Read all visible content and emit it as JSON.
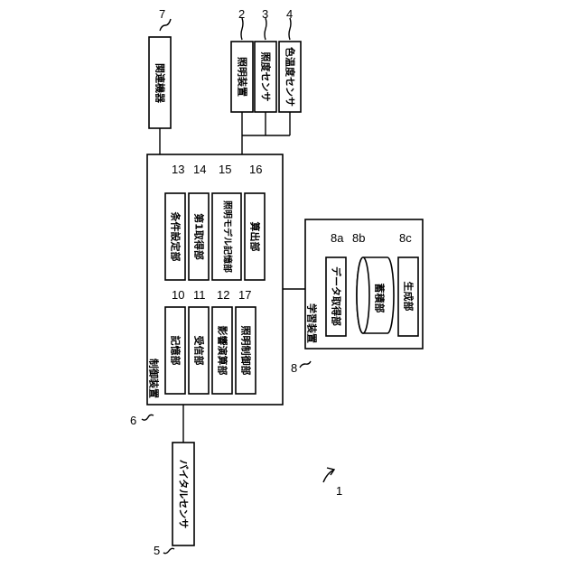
{
  "figure_ref": "1",
  "external": {
    "related_device": {
      "label": "関連機器",
      "ref": "7"
    },
    "lighting_device": {
      "label": "照明装置",
      "ref": "2"
    },
    "illuminance_sensor": {
      "label": "照度センサ",
      "ref": "3"
    },
    "color_temp_humidity_sensor": {
      "label": "色温度センサ",
      "ref": "4"
    },
    "vital_sensor": {
      "label": "バイタルセンサ",
      "ref": "5"
    }
  },
  "control_device": {
    "label": "制御装置",
    "ref": "6",
    "units": [
      {
        "key": "storage",
        "label": "記憶部",
        "ref": "10"
      },
      {
        "key": "receiver",
        "label": "受信部",
        "ref": "11"
      },
      {
        "key": "influence_calc",
        "label": "影響演算部",
        "ref": "12"
      },
      {
        "key": "lighting_control",
        "label": "照明制御部",
        "ref": "17"
      },
      {
        "key": "condition_setting",
        "label": "条件設定部",
        "ref": "13"
      },
      {
        "key": "first_acquisition",
        "label": "第1取得部",
        "ref": "14"
      },
      {
        "key": "lighting_model_storage",
        "label": "照明モデル記憶部",
        "ref": "15"
      },
      {
        "key": "calculation",
        "label": "算出部",
        "ref": "16"
      }
    ]
  },
  "learning_device": {
    "label": "学習装置",
    "ref": "8",
    "units": [
      {
        "key": "data_acquisition",
        "label": "データ取得部",
        "ref": "8a"
      },
      {
        "key": "accumulation",
        "label": "蓄積部",
        "ref": "8b"
      },
      {
        "key": "generation",
        "label": "生成部",
        "ref": "8c"
      }
    ]
  }
}
